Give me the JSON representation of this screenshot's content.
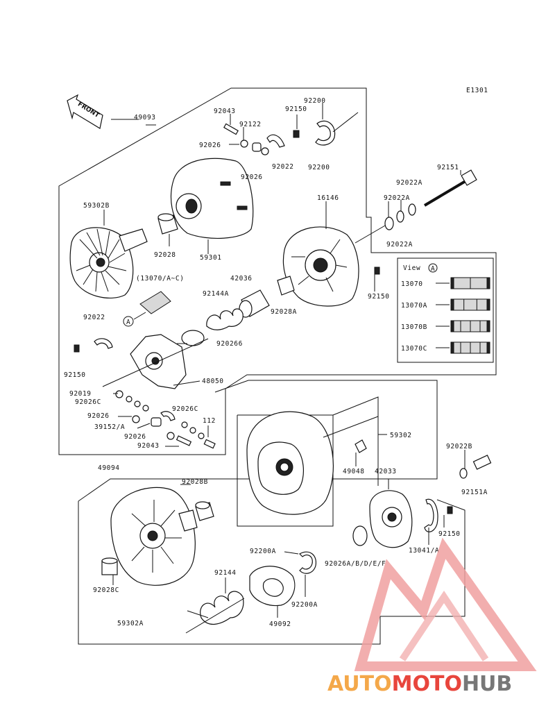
{
  "diagram_code": "E1301",
  "front_label": "FRONT",
  "view_box_title": "View",
  "view_marker": "A",
  "callout_marker": "A",
  "view_items": [
    "13070",
    "13070A",
    "13070B",
    "13070C"
  ],
  "part_labels": [
    "49093",
    "92043",
    "92122",
    "92150",
    "92200",
    "92026",
    "92022",
    "92026",
    "92200",
    "92151",
    "92022A",
    "16146",
    "92022A",
    "92022A",
    "59302B",
    "92028",
    "59301",
    "(13070/A~C)",
    "42036",
    "92144A",
    "92028A",
    "92150",
    "92022",
    "920266",
    "92150",
    "48050",
    "92019",
    "92026C",
    "92026",
    "39152/A",
    "92026",
    "92043",
    "92026C",
    "112",
    "59302",
    "49048",
    "49094",
    "92028B",
    "92022B",
    "92151A",
    "42033",
    "92150",
    "13041/A",
    "92200A",
    "92026A/B/D/E/F",
    "92144",
    "92028C",
    "49092",
    "92200A",
    "59302A"
  ],
  "watermark": {
    "part1": "AUTO",
    "part2": "MOTO",
    "part3": "HUB"
  },
  "colors": {
    "watermark_orange": "#f4a84a",
    "watermark_red": "#e8453c",
    "watermark_gray": "#777777"
  }
}
